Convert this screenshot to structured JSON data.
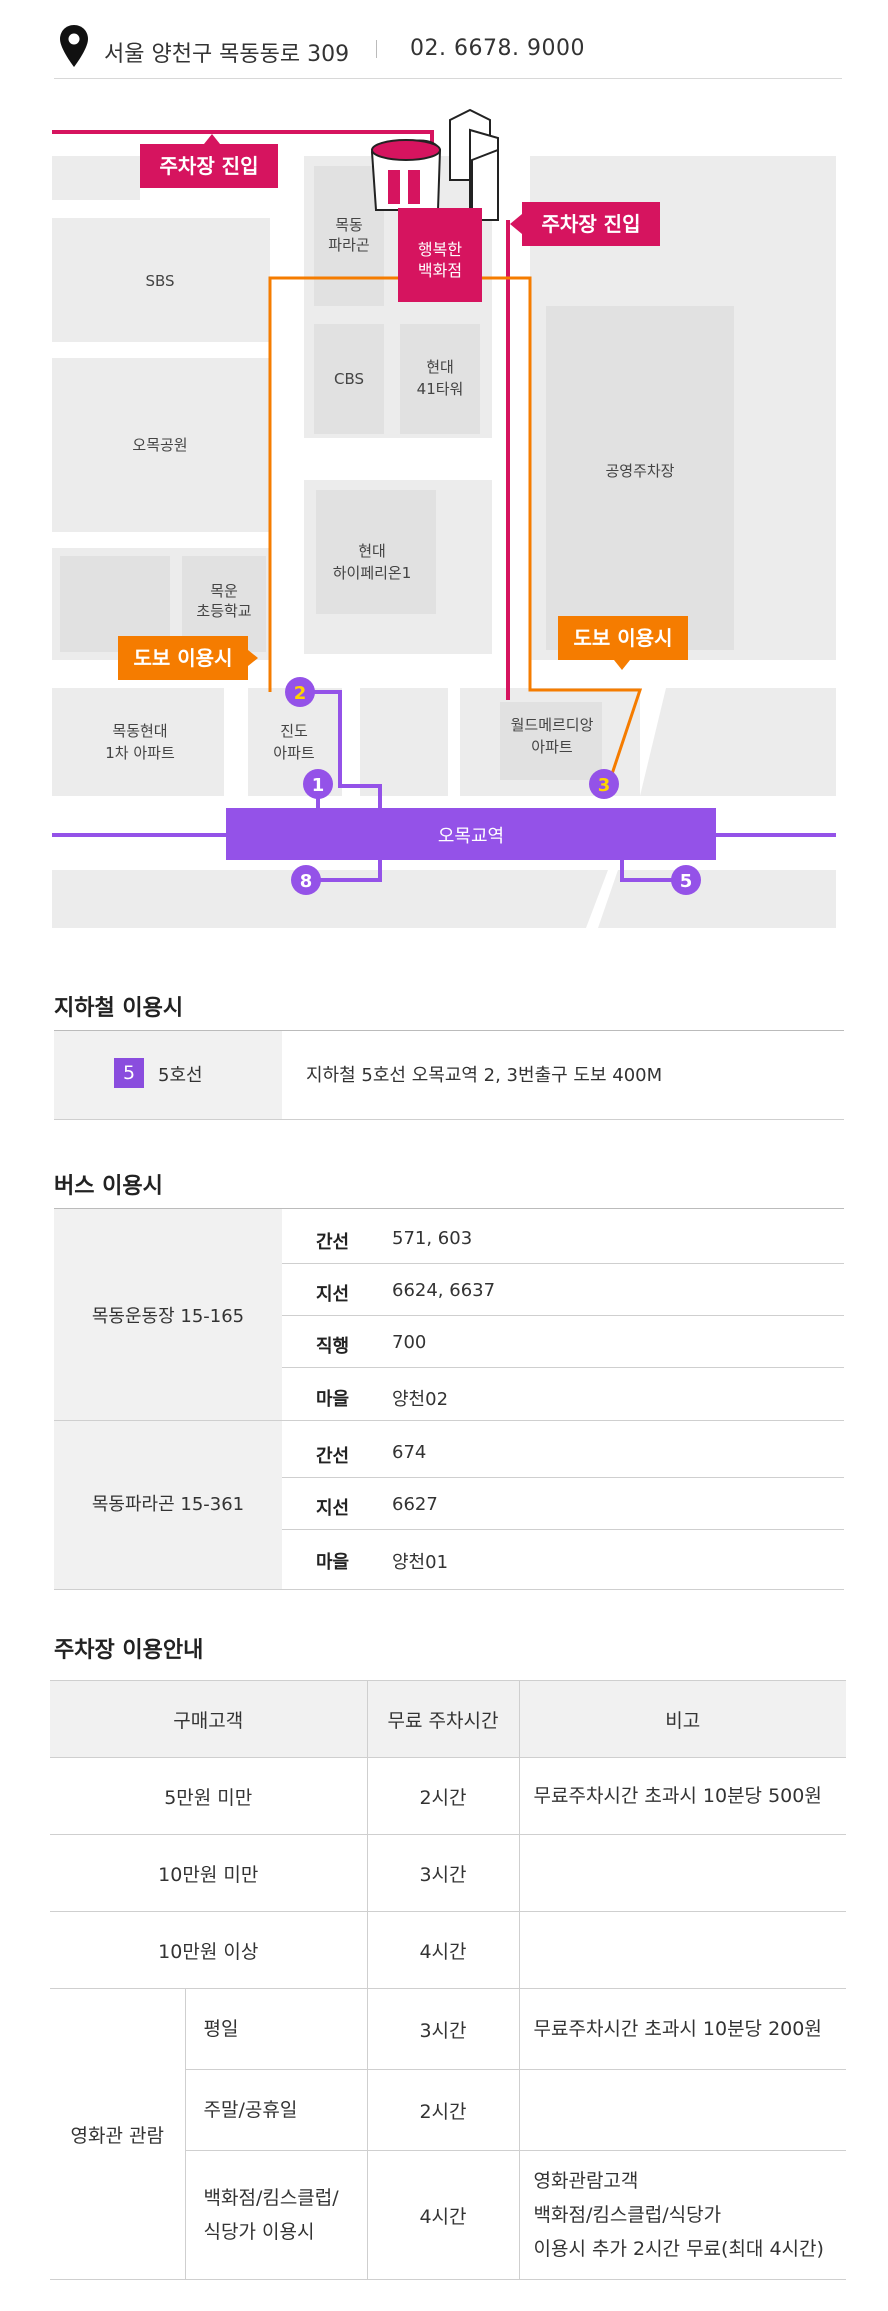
{
  "header": {
    "address": "서울 양천구 목동동로 309",
    "phone": "02. 6678. 9000",
    "icon": "map-pin-icon"
  },
  "map": {
    "parking_entry_label": "주차장 진입",
    "walk_label": "도보 이용시",
    "store_label_1": "행복한",
    "store_label_2": "백화점",
    "station_label": "오목교역",
    "buildings": {
      "sbs": "SBS",
      "omok_park": "오목공원",
      "mokwoon_1": "목운",
      "mokwoon_2": "초등학교",
      "mokdong_hyundai_1": "목동현대",
      "mokdong_hyundai_2": "1차 아파트",
      "jindo_1": "진도",
      "jindo_2": "아파트",
      "paragon_1": "목동",
      "paragon_2": "파라곤",
      "cbs": "CBS",
      "hyundai41_1": "현대",
      "hyundai41_2": "41타워",
      "hyperion_1": "현대",
      "hyperion_2": "하이페리온1",
      "public_parking": "공영주차장",
      "world_meridian_1": "월드메르디앙",
      "world_meridian_2": "아파트"
    },
    "exits": [
      "1",
      "2",
      "3",
      "5",
      "8"
    ],
    "colors": {
      "pink": "#d6145f",
      "orange": "#f57c00",
      "purple": "#9452e8",
      "block": "#ececec"
    }
  },
  "subway": {
    "title": "지하철 이용시",
    "line_badge": "5",
    "line_name": "5호선",
    "description": "지하철 5호선 오목교역 2, 3번출구 도보 400M"
  },
  "bus": {
    "title": "버스 이용시",
    "stops": [
      {
        "name": "목동운동장 15-165",
        "routes": [
          {
            "type": "간선",
            "nums": "571, 603"
          },
          {
            "type": "지선",
            "nums": "6624, 6637"
          },
          {
            "type": "직행",
            "nums": "700"
          },
          {
            "type": "마을",
            "nums": "양천02"
          }
        ]
      },
      {
        "name": "목동파라곤 15-361",
        "routes": [
          {
            "type": "간선",
            "nums": "674"
          },
          {
            "type": "지선",
            "nums": "6627"
          },
          {
            "type": "마을",
            "nums": "양천01"
          }
        ]
      }
    ]
  },
  "parking": {
    "title": "주차장 이용안내",
    "headers": [
      "구매고객",
      "무료 주차시간",
      "비고"
    ],
    "rows": [
      {
        "customer": "5만원 미만",
        "time": "2시간",
        "note": "무료주차시간 초과시 10분당 500원"
      },
      {
        "customer": "10만원 미만",
        "time": "3시간",
        "note": ""
      },
      {
        "customer": "10만원 이상",
        "time": "4시간",
        "note": ""
      }
    ],
    "cinema": {
      "label": "영화관 관람",
      "rows": [
        {
          "sub": "평일",
          "time": "3시간",
          "note": "무료주차시간 초과시 10분당 200원"
        },
        {
          "sub": "주말/공휴일",
          "time": "2시간",
          "note": ""
        },
        {
          "sub_1": "백화점/킴스클럽/",
          "sub_2": "식당가 이용시",
          "time": "4시간",
          "note_1": "영화관람고객",
          "note_2": "백화점/킴스클럽/식당가",
          "note_3": "이용시 추가 2시간 무료(최대 4시간)"
        }
      ]
    }
  }
}
